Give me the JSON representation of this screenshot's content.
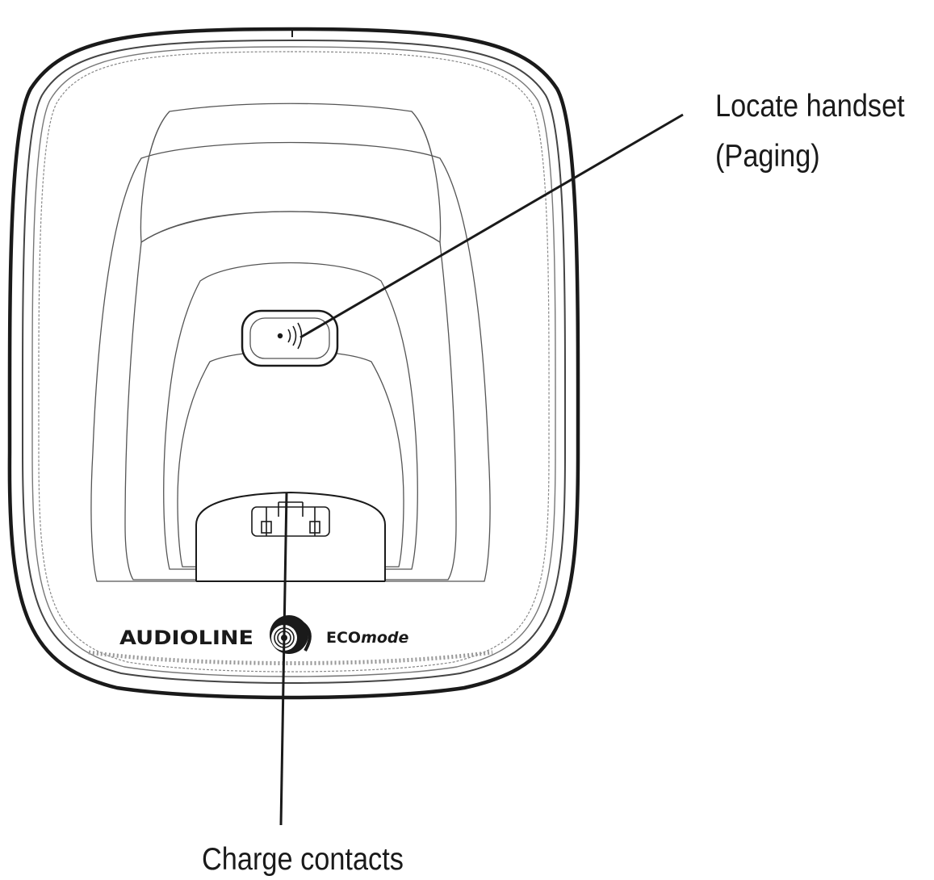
{
  "labels": {
    "locate_handset_line1": "Locate handset",
    "locate_handset_line2": "(Paging)",
    "charge_contacts": "Charge contacts"
  },
  "branding": {
    "brand_name": "AUDIOLINE",
    "eco_prefix": "ECO",
    "eco_suffix": "mode"
  },
  "colors": {
    "line": "#1a1a1a",
    "thin_line": "#555555",
    "background": "#ffffff"
  }
}
